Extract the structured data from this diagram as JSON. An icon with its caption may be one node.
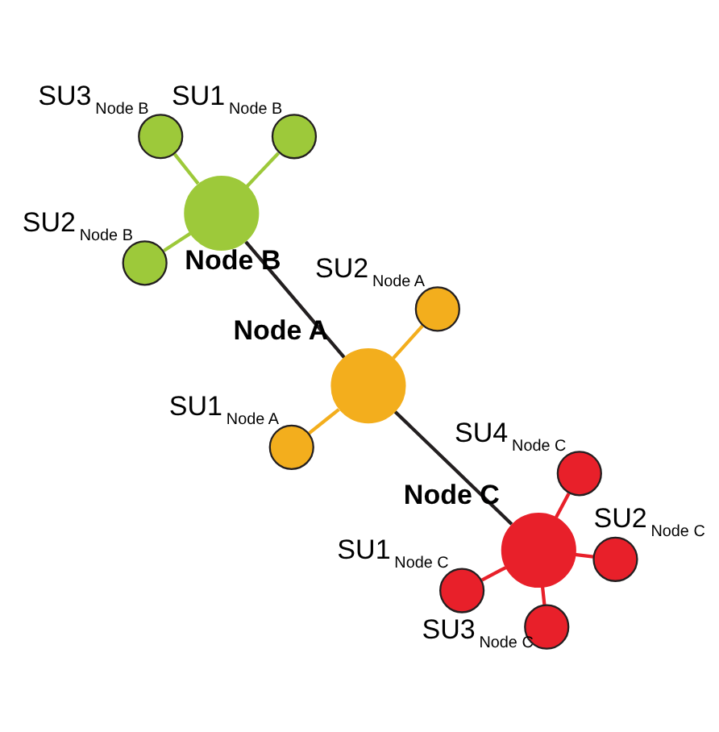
{
  "diagram": {
    "nodes": [
      {
        "text": [],
        "shape": "circle",
        "beside": [
          "Node B"
        ]
      },
      {
        "text": [],
        "shape": "circle",
        "beside": [
          "SU1$_{Node B}$"
        ]
      },
      {
        "text": [],
        "shape": "circle",
        "beside": [
          "SU2$_{Node B}$"
        ]
      },
      {
        "text": [],
        "shape": "circle",
        "beside": [
          "SU3$_{Node B}$"
        ]
      },
      {
        "text": [],
        "shape": "circle",
        "beside": [
          "Node A"
        ]
      },
      {
        "text": [],
        "shape": "circle",
        "beside": [
          "SU2$_{Node A}$"
        ]
      },
      {
        "text": [],
        "shape": "circle",
        "beside": [
          "SU1$_{Node A}$"
        ]
      },
      {
        "text": [],
        "shape": "circle",
        "beside": [
          "Node C"
        ]
      },
      {
        "text": [],
        "shape": "circle",
        "beside": [
          "SU1$_{Node C}$"
        ]
      },
      {
        "text": [],
        "shape": "circle",
        "beside": [
          "SU2$_{Node C}$"
        ]
      },
      {
        "text": [],
        "shape": "circle",
        "beside": [
          "SU3$_{Node C}$"
        ]
      },
      {
        "text": [],
        "shape": "circle",
        "beside": [
          "SU4$_{Node C}$"
        ]
      }
    ],
    "edges": [
      {
        "from": 0,
        "to": 1,
        "arrow": "none",
        "color": "#9dc93a"
      },
      {
        "from": 0,
        "to": 2,
        "arrow": "none",
        "color": "#9dc93a"
      },
      {
        "from": 0,
        "to": 3,
        "arrow": "none",
        "color": "#9dc93a"
      },
      {
        "from": 0,
        "to": 4,
        "arrow": "none",
        "color": "#231f20"
      },
      {
        "from": 4,
        "to": 5,
        "arrow": "none",
        "color": "#f3ae1d"
      },
      {
        "from": 4,
        "to": 6,
        "arrow": "none",
        "color": "#f3ae1d"
      },
      {
        "from": 4,
        "to": 7,
        "arrow": "none",
        "color": "#231f20"
      },
      {
        "from": 7,
        "to": 8,
        "arrow": "none",
        "color": "#e8202a"
      },
      {
        "from": 7,
        "to": 9,
        "arrow": "none",
        "color": "#e8202a"
      },
      {
        "from": 7,
        "to": 10,
        "arrow": "none",
        "color": "#e8202a"
      },
      {
        "from": 7,
        "to": 11,
        "arrow": "none",
        "color": "#e8202a"
      }
    ]
  }
}
